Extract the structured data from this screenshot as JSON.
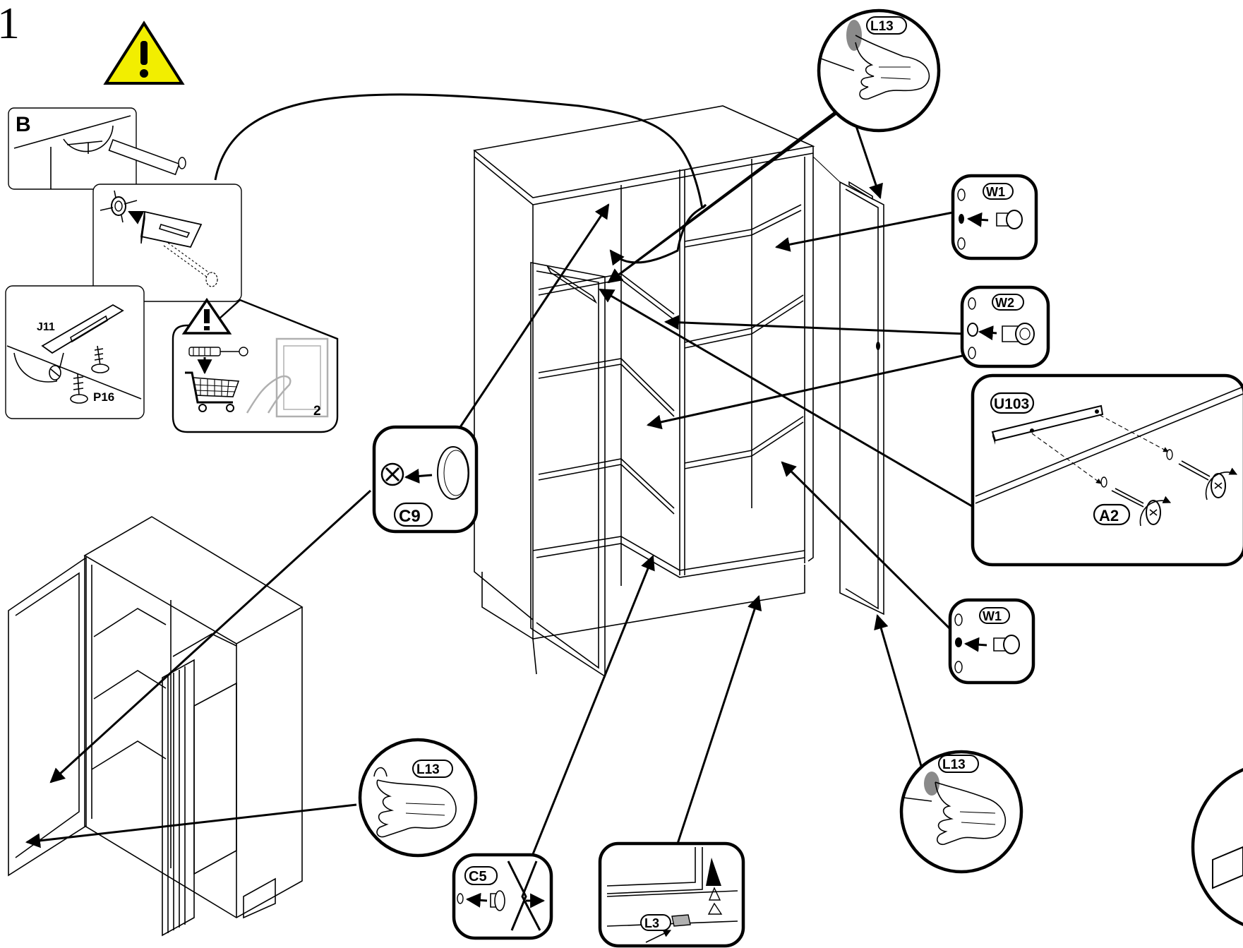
{
  "step_number": "1",
  "labels": {
    "detail_b": "B",
    "j11": "J11",
    "p16": "P16",
    "qty_2": "2",
    "c9": "C9",
    "l13_top": "L13",
    "w1_top": "W1",
    "w2": "W2",
    "u103": "U103",
    "a2": "A2",
    "w1_bottom": "W1",
    "l13_left": "L13",
    "l13_right": "L13",
    "c5": "C5",
    "l3": "L3"
  },
  "colors": {
    "warning_fill": "#f2ee00",
    "grey_press": "#8a8a8a",
    "faded_drawing": "#b0b0b0"
  },
  "icons": {
    "warning": "warning-triangle-icon",
    "cart": "shopping-cart-icon",
    "press": "press-button-icon"
  }
}
